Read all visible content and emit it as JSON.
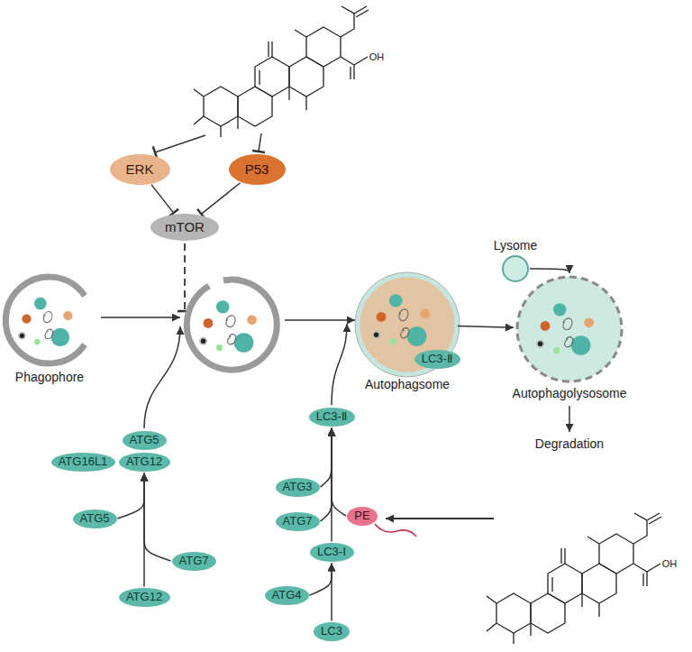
{
  "diagram": {
    "nodes": [
      {
        "text": [
          "ERK"
        ]
      },
      {
        "text": [
          "P53"
        ]
      },
      {
        "text": [
          "mTOR"
        ]
      },
      {
        "text": [
          "Phagophore"
        ]
      },
      {
        "text": [
          "ATG5"
        ]
      },
      {
        "text": [
          "ATG16L1"
        ]
      },
      {
        "text": [
          "ATG12"
        ]
      },
      {
        "text": [
          "ATG5"
        ]
      },
      {
        "text": [
          "ATG7"
        ]
      },
      {
        "text": [
          "ATG12"
        ]
      },
      {
        "text": [
          "LC3-Ⅱ"
        ]
      },
      {
        "text": [
          "ATG3"
        ]
      },
      {
        "text": [
          "ATG7"
        ]
      },
      {
        "text": [
          "PE"
        ]
      },
      {
        "text": [
          "LC3-Ⅰ"
        ]
      },
      {
        "text": [
          "ATG4"
        ]
      },
      {
        "text": [
          "LC3"
        ]
      },
      {
        "text": [
          "Autophagsome"
        ]
      },
      {
        "text": [
          "LC3-Ⅱ"
        ],
        "in": 17
      },
      {
        "text": [
          "Lysome"
        ]
      },
      {
        "text": [
          "Autophagolysosome"
        ]
      }
    ],
    "edges": [
      {
        "from": 0,
        "to": 2,
        "arrow": "to"
      },
      {
        "from": 1,
        "to": 2,
        "arrow": "to"
      },
      {
        "from": 9,
        "to": 6,
        "arrow": "to"
      },
      {
        "from": 7,
        "to": 6,
        "arrow": "to"
      },
      {
        "from": 8,
        "to": 6,
        "arrow": "to"
      },
      {
        "from": 16,
        "to": 14,
        "arrow": "to"
      },
      {
        "from": 15,
        "to": 14,
        "arrow": "to"
      },
      {
        "from": 14,
        "to": 10,
        "arrow": "to"
      },
      {
        "from": 12,
        "to": 10,
        "arrow": "to"
      },
      {
        "from": 11,
        "to": 10,
        "arrow": "to"
      },
      {
        "from": 17,
        "to": 20,
        "arrow": "to"
      },
      {
        "from": 19,
        "to": 20,
        "arrow": "to"
      },
      {
        "from": 13,
        "to": 10,
        "arrow": "to"
      }
    ],
    "labels": [
      "Degradation",
      "OH",
      "OH"
    ]
  }
}
